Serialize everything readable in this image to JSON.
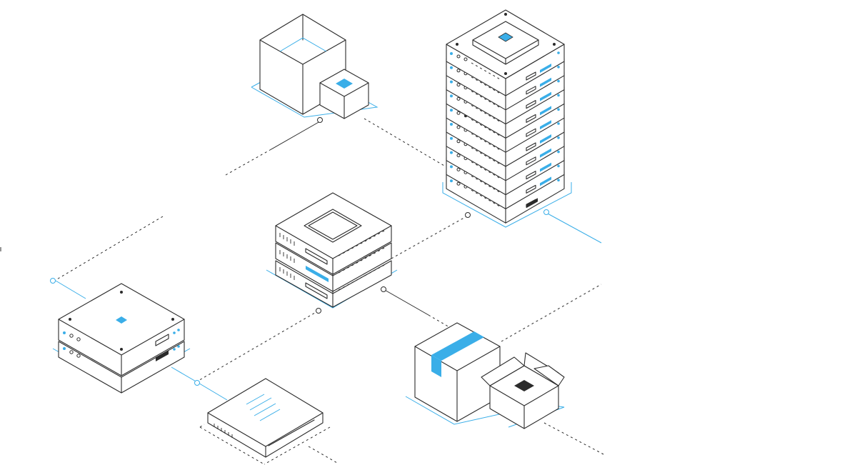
{
  "colors": {
    "accent": "#3aaee8",
    "line": "#2b2b2b",
    "background": "#ffffff"
  },
  "objects": [
    "open-box-with-small-cube",
    "server-rack-tower",
    "server-stack",
    "network-appliance",
    "flat-router",
    "shipping-boxes"
  ]
}
